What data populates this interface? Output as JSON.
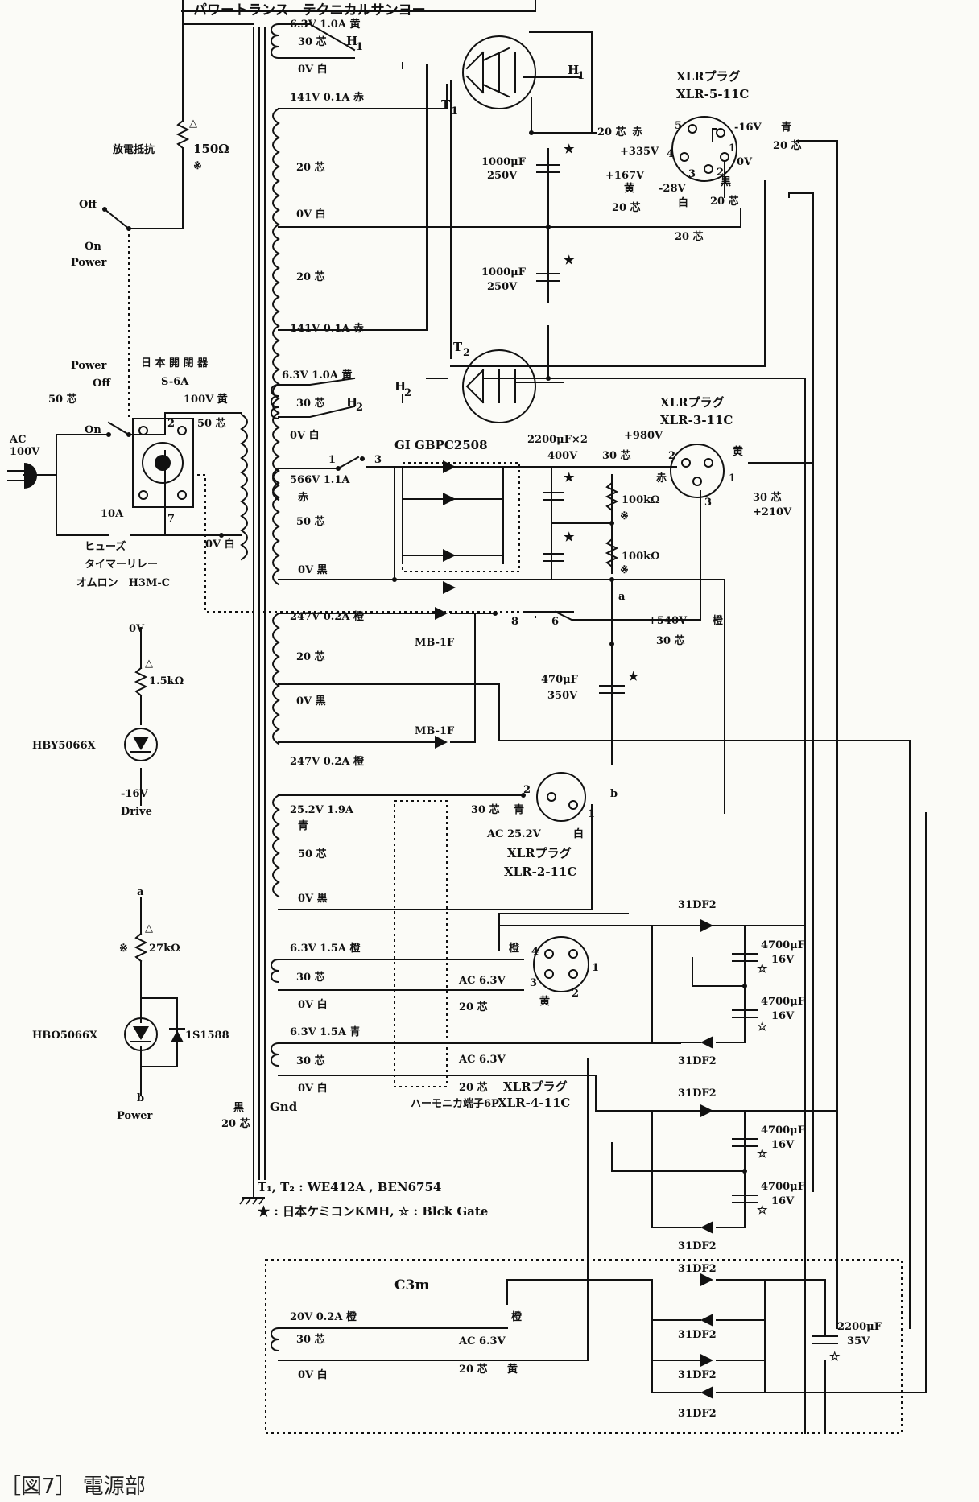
{
  "labels": {
    "transformer": "パワートランス　テクニカルサンヨー",
    "t_63v_a": "6.3V 1.0A 黄",
    "t_30a": "30 芯",
    "t_h1": "H",
    "t_h1_sub": "1",
    "t_0va": "0V 白",
    "t_141a": "141V 0.1A 赤",
    "t_20a": "20 芯",
    "t_0vb": "0V 白",
    "t_20b": "20 芯",
    "t_141b": "141V 0.1A 赤",
    "t_63v_b": "6.3V 1.0A 黄",
    "t_30b": "30 芯",
    "t_h2": "H",
    "t_h2_sub": "2",
    "t_0vc": "0V 白",
    "t_566": "566V 1.1A",
    "t_566_red": "赤",
    "t_50c": "50 芯",
    "t_0vd": "0V 黒",
    "t_247a": "247V 0.2A 橙",
    "t_20c": "20 芯",
    "t_0ve": "0V 黒",
    "t_247b": "247V 0.2A 橙",
    "t_252": "25.2V 1.9A",
    "t_252_blue": "青",
    "t_50d": "50 芯",
    "t_0vf": "0V 黒",
    "t_63c": "6.3V 1.5A 橙",
    "t_30c": "30 芯",
    "t_0vg": "0V 白",
    "t_63d": "6.3V 1.5A 青",
    "t_30d": "30 芯",
    "t_0vh": "0V 白",
    "gnd": "Gnd",
    "gnd_black": "黒",
    "gnd_20": "20 芯",
    "harmonica": "ハーモニカ端子6P",
    "discharge": "放電抵抗",
    "r150": "150Ω",
    "kome": "※",
    "delta": "△",
    "off1": "Off",
    "on1": "On",
    "power1": "Power",
    "power2": "Power",
    "off2": "Off",
    "on2": "On",
    "core50": "50 芯",
    "ac": "AC",
    "ac100": "100V",
    "nippon": "日 本 開 閉 器",
    "s6a": "S-6A",
    "v100": "100V 黄",
    "c50": "50 芯",
    "v0w": "0V 白",
    "fuse10": "10A",
    "fuse": "ヒューズ",
    "timer": "タイマーリレー",
    "omron": "オムロン　H3M-C",
    "pin2": "2",
    "pin7": "7",
    "t1": "T",
    "t1_sub": "1",
    "t2": "T",
    "t2_sub": "2",
    "h1": "H",
    "h1_sub": "1",
    "h2": "H",
    "h2_sub": "2",
    "cap1000a": "1000μF",
    "cap250a": "250V",
    "cap1000b": "1000μF",
    "cap250b": "250V",
    "star": "★",
    "xlr5": "XLRプラグ",
    "xlr5m": "XLR-5-11C",
    "x5_20a": "20 芯",
    "x5_red": "赤",
    "x5_335": "+335V",
    "x5_167": "+167V",
    "x5_yel": "黄",
    "x5_20b": "20 芯",
    "x5_m28": "-28V",
    "x5_wht": "白",
    "x5_blk": "黒",
    "x5_20c": "20 芯",
    "x5_20d": "20 芯",
    "x5_m16": "-16V",
    "x5_blue": "青",
    "x5_20e": "20 芯",
    "x5_0v": "0V",
    "gi": "GI GBPC2508",
    "sw1": "1",
    "sw3": "3",
    "cap2200": "2200μF×2",
    "cap400": "400V",
    "c30a": "30 芯",
    "v980": "+980V",
    "r100a": "100kΩ",
    "r100b": "100kΩ",
    "xlr3": "XLRプラグ",
    "xlr3m": "XLR-3-11C",
    "x3_yel": "黄",
    "x3_red": "赤",
    "x3_30": "30 芯",
    "x3_210": "+210V",
    "a_lbl": "a",
    "b_lbl": "b",
    "sw8": "8",
    "sw6": "6",
    "v540": "+540V",
    "c30b": "30 芯",
    "orange": "橙",
    "mb1": "MB-1F",
    "mb2": "MB-1F",
    "cap470": "470μF",
    "cap350": "350V",
    "c30c": "30 芯",
    "c_blue": "青",
    "ac252": "AC 25.2V",
    "c_white": "白",
    "xlr2": "XLRプラグ",
    "xlr2m": "XLR-2-11C",
    "x4_or": "橙",
    "ac63a": "AC 6.3V",
    "c20a": "20 芯",
    "x4_yel": "黄",
    "ac63b": "AC 6.3V",
    "c20b": "20 芯",
    "xlr4": "XLRプラグ",
    "xlr4m": "XLR-4-11C",
    "df1": "31DF2",
    "df2": "31DF2",
    "df3": "31DF2",
    "df4": "31DF2",
    "df5": "31DF2",
    "df6": "31DF2",
    "df7": "31DF2",
    "df8": "31DF2",
    "cap4700": "4700μF",
    "cap16": "16V",
    "whitestar": "☆",
    "c3m": "C3m",
    "t_20v": "20V 0.2A 橙",
    "t_30e": "30 芯",
    "t_0vi": "0V 白",
    "c3_or": "橙",
    "ac63c": "AC 6.3V",
    "c20c": "20 芯",
    "c3_yel": "黄",
    "cap2200b": "2200μF",
    "cap35": "35V",
    "zero_v": "0V",
    "r15k": "1.5kΩ",
    "hby": "HBY5066X",
    "m16": "-16V",
    "drive": "Drive",
    "a2": "a",
    "r27k": "27kΩ",
    "hbo": "HBO5066X",
    "s1588": "1S1588",
    "b2": "b",
    "power_led": "Power",
    "legend1": "T₁, T₂ : WE412A , BEN6754",
    "legend2": "★ : 日本ケミコンKMH, ☆ : Blck Gate",
    "n1": "1",
    "n2": "2",
    "n3": "3",
    "n4": "4",
    "n5": "5"
  },
  "caption": "［図7］ 電源部"
}
